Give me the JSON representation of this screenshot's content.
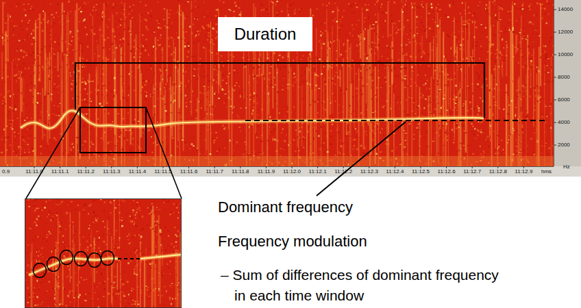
{
  "diagram": {
    "nodes": [
      {
        "text": [
          "Duration"
        ]
      }
    ],
    "labels": [
      "14000",
      "12000",
      "10000",
      "8000",
      "6000",
      "4000",
      "2000",
      "Hz",
      "0.9",
      "11:11.0",
      "11:11.1",
      "11:11.2",
      "11:11.3",
      "11:11.4",
      "11:11.5",
      "11:11.6",
      "11:11.7",
      "11:11.8",
      "11:11.9",
      "11:12.0",
      "11:12.1",
      "11:12.2",
      "11:12.3",
      "11:12.4",
      "11:12.5",
      "11:12.6",
      "11:12.7",
      "11:12.8",
      "11:12.9",
      "hms",
      "Dominant frequency",
      "Frequency modulation",
      "– Sum of differences of dominant frequency in each time window"
    ]
  }
}
